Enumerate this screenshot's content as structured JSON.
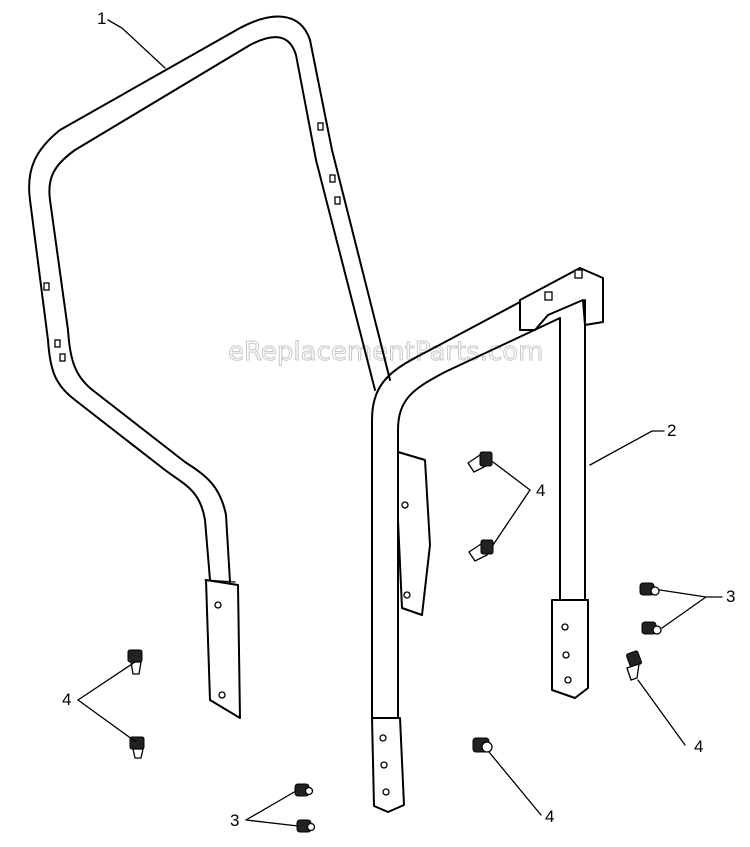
{
  "watermark": "eReplacementParts.com",
  "callouts": {
    "c1": "1",
    "c2": "2",
    "c3_right": "3",
    "c3_bottom": "3",
    "c4_center": "4",
    "c4_left": "4",
    "c4_right": "4",
    "c4_bottom": "4"
  }
}
